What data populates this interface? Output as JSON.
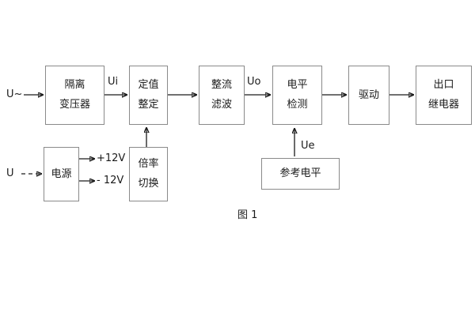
{
  "diagram": {
    "caption": "图 1",
    "blocks": {
      "isolation_transformer": {
        "line1": "隔离",
        "line2": "变压器"
      },
      "setting_value": {
        "line1": "定值",
        "line2": "整定"
      },
      "rectify_filter": {
        "line1": "整流",
        "line2": "滤波"
      },
      "level_detection": {
        "line1": "电平",
        "line2": "检测"
      },
      "drive": {
        "line1": "驱动"
      },
      "output_relay": {
        "line1": "出口",
        "line2": "继电器"
      },
      "power_supply": {
        "line1": "电源"
      },
      "multiplier_switch": {
        "line1": "倍率",
        "line2": "切换"
      },
      "reference_level": {
        "line1": "参考电平"
      }
    },
    "labels": {
      "input_ac": "U~",
      "input_dc": "U",
      "ui": "Ui",
      "uo": "Uo",
      "ue": "Ue",
      "rail_positive": "+12V",
      "rail_negative": "- 12V"
    },
    "colors": {
      "box_border": "#8a8a8a",
      "text": "#1a1a1a",
      "line": "#1a1a1a",
      "background": "#ffffff"
    }
  }
}
